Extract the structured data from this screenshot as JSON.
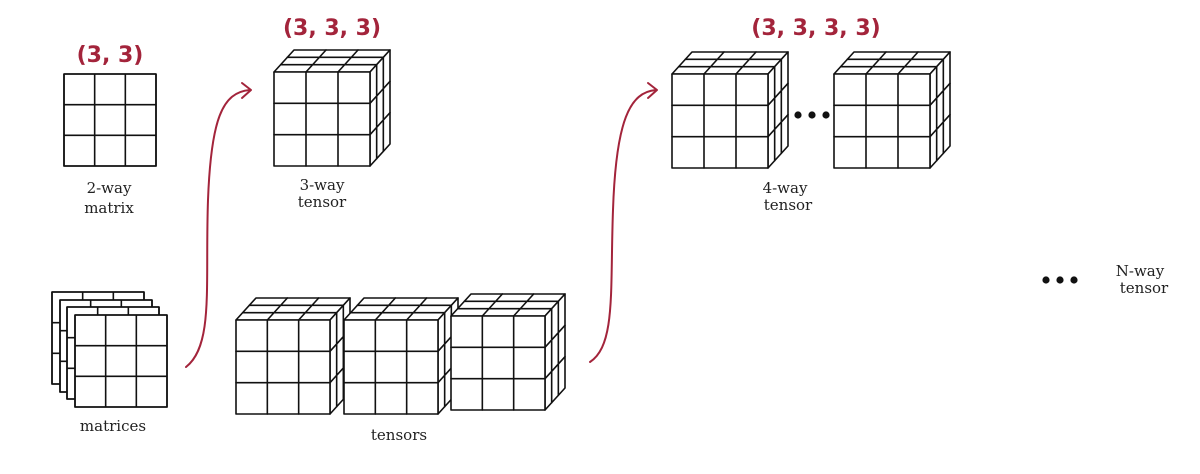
{
  "colors": {
    "accent": "#a3243b",
    "ink": "#111111",
    "background": "#ffffff"
  },
  "shapes": {
    "matrix": "(3, 3)",
    "tensor3": "(3, 3, 3)",
    "tensor4": "(3, 3, 3, 3)"
  },
  "labels": {
    "matrix_line1": "2-way",
    "matrix_line2": "matrix",
    "tensor3_line1": "3-way",
    "tensor3_line2": "tensor",
    "tensor4_line1": "4-way",
    "tensor4_line2": "tensor",
    "nway_line1": "N-way",
    "nway_line2": "tensor",
    "matrices": "matrices",
    "tensors": "tensors"
  }
}
